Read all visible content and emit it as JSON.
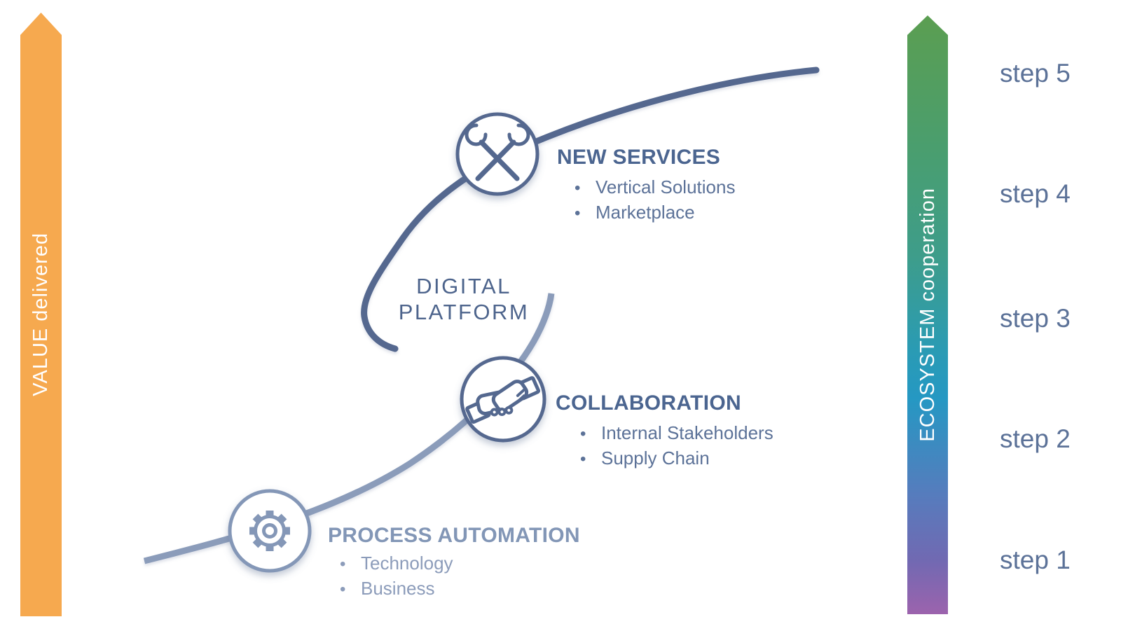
{
  "diagram": {
    "type": "s-curve maturity diagram",
    "center_label": {
      "line1": "DIGITAL",
      "line2": "PLATFORM"
    },
    "left_arrow": {
      "label": "VALUE delivered",
      "color": "#F6A94F",
      "text_color": "#FFFFFF"
    },
    "right_arrow": {
      "label": "ECOSYSTEM cooperation",
      "gradient_top_to_bottom": [
        "#5B9E51",
        "#3E9D8A",
        "#2598C3",
        "#567CBD",
        "#7169B2",
        "#9C63AD"
      ],
      "text_color": "#FFFFFF"
    },
    "steps": [
      {
        "label": "step 5"
      },
      {
        "label": "step 4"
      },
      {
        "label": "step 3"
      },
      {
        "label": "step 2"
      },
      {
        "label": "step 1"
      }
    ],
    "nodes": [
      {
        "id": "new-services",
        "icon": "tools-icon",
        "title": "NEW SERVICES",
        "bullet_char": "•",
        "bullets": [
          "Vertical Solutions",
          "Marketplace"
        ]
      },
      {
        "id": "collaboration",
        "icon": "handshake-icon",
        "title": "COLLABORATION",
        "bullet_char": "•",
        "bullets": [
          "Internal Stakeholders",
          "Supply Chain"
        ]
      },
      {
        "id": "process-automation",
        "icon": "gear-icon",
        "title": "PROCESS AUTOMATION",
        "bullet_char": "•",
        "bullets": [
          "Technology",
          "Business"
        ]
      }
    ],
    "colors": {
      "curve_dark": "#54688F",
      "curve_light": "#8B9CBA",
      "title_dark": "#4B6590",
      "title_light": "#8296B6",
      "bullet_dark": "#5C7298",
      "bullet_light": "#8C9CBA",
      "step_text": "#5C7298",
      "center_text": "#4D648C",
      "background": "#FFFFFF"
    }
  }
}
